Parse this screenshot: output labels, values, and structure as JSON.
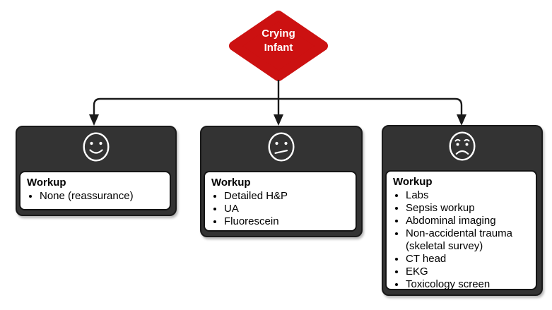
{
  "decision": {
    "lines": [
      "Crying",
      "Infant"
    ]
  },
  "colors": {
    "diamond_fill": "#cc1111",
    "card_header": "#333333",
    "card_border": "#1a1a1a",
    "connector": "#1a1a1a",
    "panel_background": "#ffffff",
    "face_stroke": "#ffffff"
  },
  "cards": [
    {
      "mood": "happy",
      "face_icon": "happy-face-icon",
      "heading": "Workup",
      "items": [
        "None (reassurance)"
      ]
    },
    {
      "mood": "neutral",
      "face_icon": "neutral-face-icon",
      "heading": "Workup",
      "items": [
        "Detailed H&P",
        "UA",
        "Fluorescein"
      ]
    },
    {
      "mood": "sad",
      "face_icon": "sad-face-icon",
      "heading": "Workup",
      "items": [
        "Labs",
        "Sepsis workup",
        "Abdominal imaging",
        "Non-accidental trauma (skeletal survey)",
        "CT head",
        "EKG",
        "Toxicology screen"
      ]
    }
  ]
}
